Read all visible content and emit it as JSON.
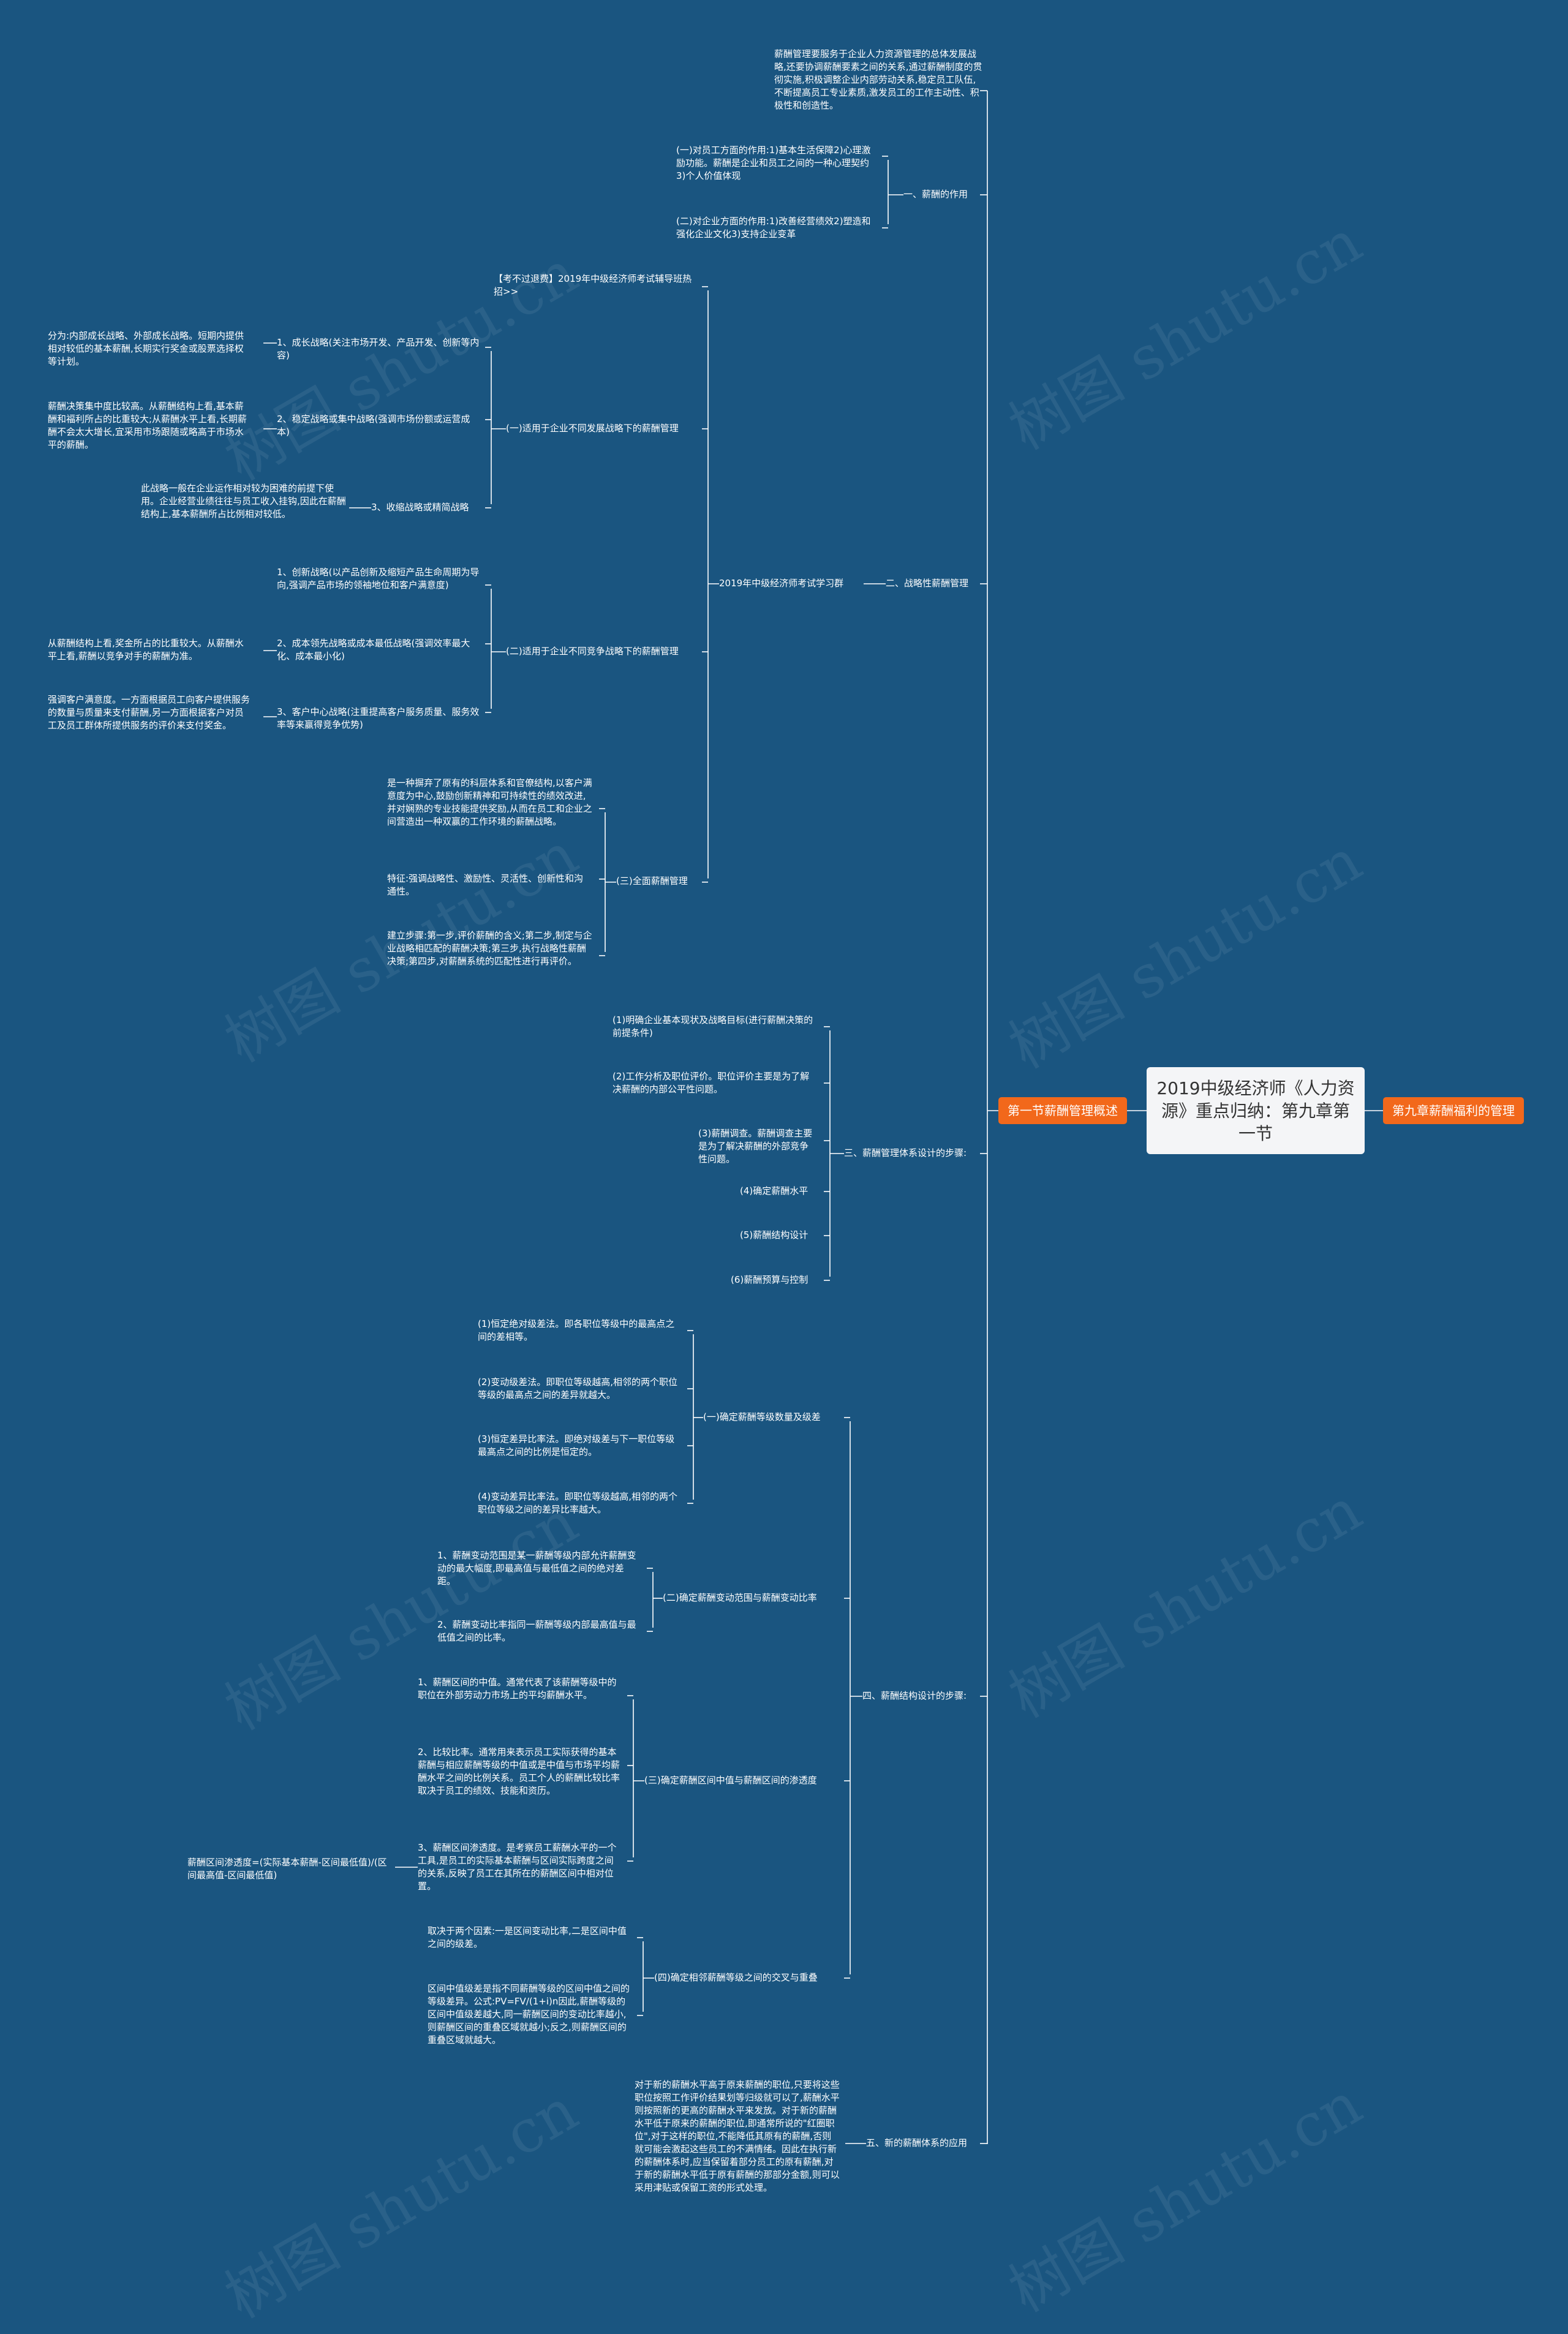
{
  "root": "2019中级经济师《人力资源》重点归纳：第九章第一节",
  "left_tag": "第一节薪酬管理概述",
  "right_tag": "第九章薪酬福利的管理",
  "watermark": "树图 shutu.cn",
  "colors": {
    "background": "#1a5580",
    "tag": "#f2681b",
    "root_box": "#f4f5f7",
    "line": "#ffffff"
  },
  "nodes": {
    "intro": "薪酬管理要服务于企业人力资源管理的总体发展战略,还要协调薪酬要素之间的关系,通过薪酬制度的贯彻实施,积极调整企业内部劳动关系,稳定员工队伍,不断提高员工专业素质,激发员工的工作主动性、积极性和创造性。",
    "s1": "一、薪酬的作用",
    "s1a": "(一)对员工方面的作用:1)基本生活保障2)心理激励功能。薪酬是企业和员工之间的一种心理契约3)个人价值体现",
    "s1b": "(二)对企业方面的作用:1)改善经营绩效2)塑造和强化企业文化3)支持企业变革",
    "s2": "二、战略性薪酬管理",
    "g2019": "2019年中级经济师考试学习群",
    "ad": "【考不过退费】2019年中级经济师考试辅导班热招>>",
    "s2a": "(一)适用于企业不同发展战略下的薪酬管理",
    "s2a1": "1、成长战略(关注市场开发、产品开发、创新等内容)",
    "s2a1d": "分为:内部成长战略、外部成长战略。短期内提供相对较低的基本薪酬,长期实行奖金或股票选择权等计划。",
    "s2a2": "2、稳定战略或集中战略(强调市场份额或运营成本)",
    "s2a2d": "薪酬决策集中度比较高。从薪酬结构上看,基本薪酬和福利所占的比重较大;从薪酬水平上看,长期薪酬不会太大增长,宜采用市场跟随或略高于市场水平的薪酬。",
    "s2a3": "3、收缩战略或精简战略",
    "s2a3d": "此战略一般在企业运作相对较为困难的前提下使用。企业经营业绩往往与员工收入挂钩,因此在薪酬结构上,基本薪酬所占比例相对较低。",
    "s2b": "(二)适用于企业不同竞争战略下的薪酬管理",
    "s2b1": "1、创新战略(以产品创新及缩短产品生命周期为导向,强调产品市场的领袖地位和客户满意度)",
    "s2b2": "2、成本领先战略或成本最低战略(强调效率最大化、成本最小化)",
    "s2b2d": "从薪酬结构上看,奖金所占的比重较大。从薪酬水平上看,薪酬以竞争对手的薪酬为准。",
    "s2b3": "3、客户中心战略(注重提高客户服务质量、服务效率等来赢得竞争优势)",
    "s2b3d": "强调客户满意度。一方面根据员工向客户提供服务的数量与质量来支付薪酬,另一方面根据客户对员工及员工群体所提供服务的评价来支付奖金。",
    "s2c": "(三)全面薪酬管理",
    "s2c1": "是一种摒弃了原有的科层体系和官僚结构,以客户满意度为中心,鼓励创新精神和可持续性的绩效改进,并对娴熟的专业技能提供奖励,从而在员工和企业之间营造出一种双赢的工作环境的薪酬战略。",
    "s2c2": "特征:强调战略性、激励性、灵活性、创新性和沟通性。",
    "s2c3": "建立步骤:第一步,评价薪酬的含义;第二步,制定与企业战略相匹配的薪酬决策;第三步,执行战略性薪酬决策;第四步,对薪酬系统的匹配性进行再评价。",
    "s3": "三、薪酬管理体系设计的步骤:",
    "s3a": "(1)明确企业基本现状及战略目标(进行薪酬决策的前提条件)",
    "s3b": "(2)工作分析及职位评价。职位评价主要是为了解决薪酬的内部公平性问题。",
    "s3c": "(3)薪酬调查。薪酬调查主要是为了解决薪酬的外部竞争性问题。",
    "s3d": "(4)确定薪酬水平",
    "s3e": "(5)薪酬结构设计",
    "s3f": "(6)薪酬预算与控制",
    "s4": "四、薪酬结构设计的步骤:",
    "s4a": "(一)确定薪酬等级数量及级差",
    "s4a1": "(1)恒定绝对级差法。即各职位等级中的最高点之间的差相等。",
    "s4a2": "(2)变动级差法。即职位等级越高,相邻的两个职位等级的最高点之间的差异就越大。",
    "s4a3": "(3)恒定差异比率法。即绝对级差与下一职位等级最高点之间的比例是恒定的。",
    "s4a4": "(4)变动差异比率法。即职位等级越高,相邻的两个职位等级之间的差异比率越大。",
    "s4b": "(二)确定薪酬变动范围与薪酬变动比率",
    "s4b1": "1、薪酬变动范围是某一薪酬等级内部允许薪酬变动的最大幅度,即最高值与最低值之间的绝对差距。",
    "s4b2": "2、薪酬变动比率指同一薪酬等级内部最高值与最低值之间的比率。",
    "s4c": "(三)确定薪酬区间中值与薪酬区间的渗透度",
    "s4c1": "1、薪酬区间的中值。通常代表了该薪酬等级中的职位在外部劳动力市场上的平均薪酬水平。",
    "s4c2": "2、比较比率。通常用来表示员工实际获得的基本薪酬与相应薪酬等级的中值或是中值与市场平均薪酬水平之间的比例关系。员工个人的薪酬比较比率取决于员工的绩效、技能和资历。",
    "s4c3": "3、薪酬区间渗透度。是考察员工薪酬水平的一个工具,是员工的实际基本薪酬与区间实际跨度之间的关系,反映了员工在其所在的薪酬区间中相对位置。",
    "s4c3d": "薪酬区间渗透度=(实际基本薪酬-区间最低值)/(区间最高值-区间最低值)",
    "s4d": "(四)确定相邻薪酬等级之间的交叉与重叠",
    "s4d1": "取决于两个因素:一是区间变动比率,二是区间中值之间的级差。",
    "s4d2": "区间中值级差是指不同薪酬等级的区间中值之间的等级差异。公式:PV=FV/(1+i)n因此,薪酬等级的区间中值级差越大,同一薪酬区间的变动比率越小,则薪酬区间的重叠区域就越小;反之,则薪酬区间的重叠区域就越大。",
    "s5": "五、新的薪酬体系的应用",
    "s5a": "对于新的薪酬水平高于原来薪酬的职位,只要将这些职位按照工作评价结果划等归级就可以了,薪酬水平则按照新的更高的薪酬水平来发放。对于新的薪酬水平低于原来的薪酬的职位,即通常所说的\"红圈职位\",对于这样的职位,不能降低其原有的薪酬,否则就可能会激起这些员工的不满情绪。因此在执行新的薪酬体系时,应当保留着部分员工的原有薪酬,对于新的薪酬水平低于原有薪酬的那部分金额,则可以采用津贴或保留工资的形式处理。"
  }
}
